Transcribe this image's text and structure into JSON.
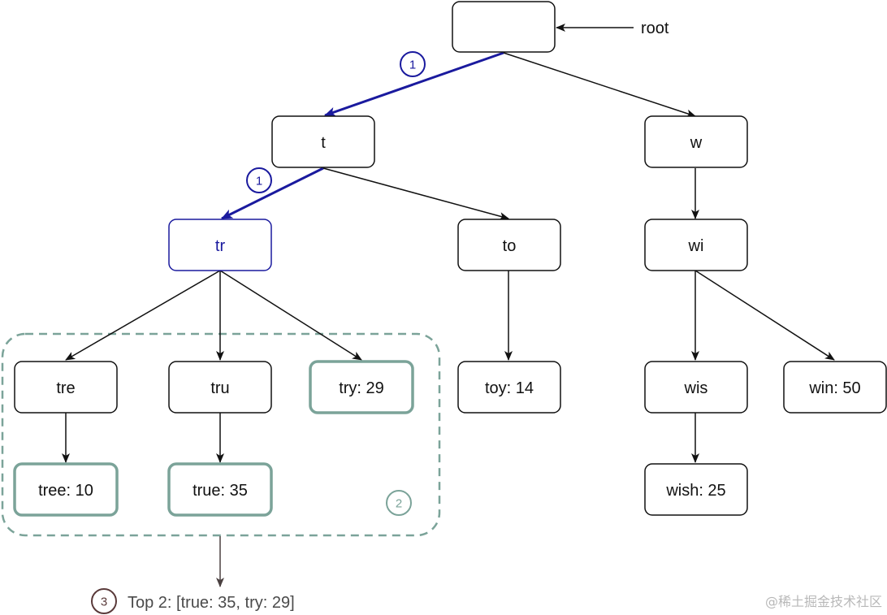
{
  "root_label": "root",
  "nodes": {
    "root": "",
    "t": "t",
    "w": "w",
    "tr": "tr",
    "to": "to",
    "wi": "wi",
    "tre": "tre",
    "tru": "tru",
    "try": "try: 29",
    "toy": "toy: 14",
    "wis": "wis",
    "win": "win: 50",
    "tree": "tree: 10",
    "true": "true: 35",
    "wish": "wish: 25"
  },
  "steps": {
    "step1a": "1",
    "step1b": "1",
    "step2": "2",
    "step3": "3"
  },
  "result": "Top 2: [true: 35, try: 29]",
  "watermark": "@稀土掘金技术社区",
  "colors": {
    "search_path": "#1a1a9e",
    "top_k_highlight": "#7ba399",
    "result_badge": "#5a3a3a",
    "edge": "#111111"
  }
}
